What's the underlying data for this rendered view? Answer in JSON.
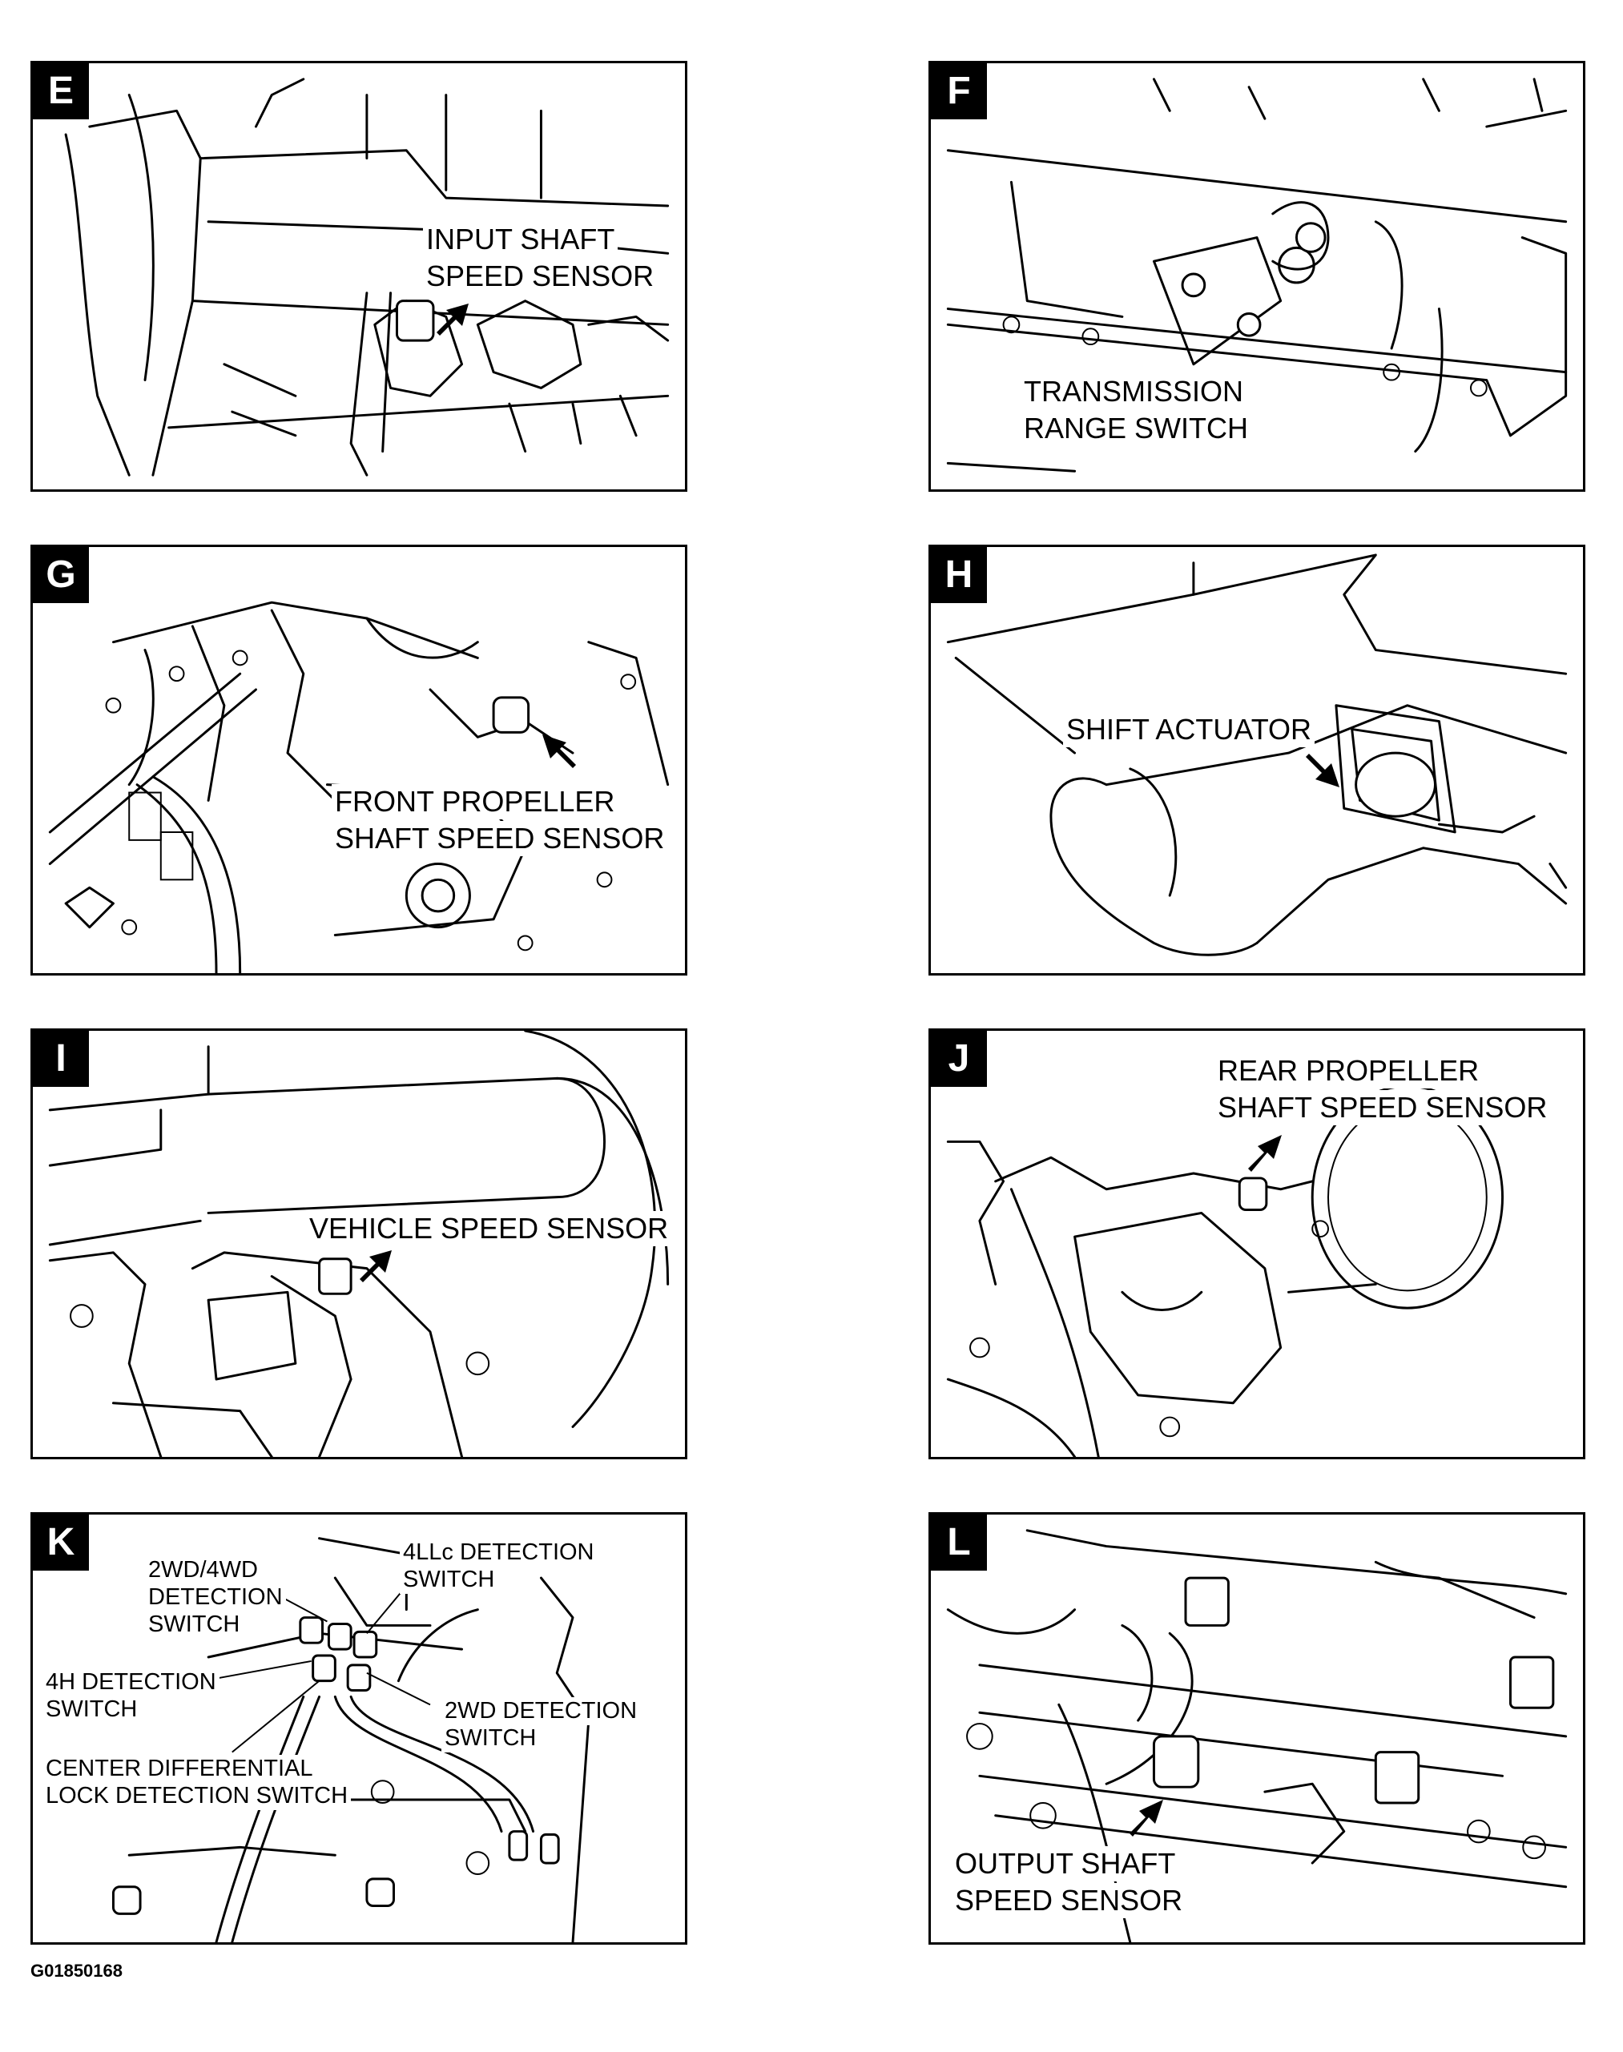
{
  "figure_id": "G01850168",
  "panels": {
    "E": {
      "letter": "E",
      "labels": [
        "INPUT SHAFT",
        "SPEED SENSOR"
      ]
    },
    "F": {
      "letter": "F",
      "labels": [
        "TRANSMISSION",
        "RANGE SWITCH"
      ]
    },
    "G": {
      "letter": "G",
      "labels": [
        "FRONT PROPELLER",
        "SHAFT SPEED SENSOR"
      ]
    },
    "H": {
      "letter": "H",
      "labels": [
        "SHIFT ACTUATOR"
      ]
    },
    "I": {
      "letter": "I",
      "labels": [
        "VEHICLE SPEED SENSOR"
      ]
    },
    "J": {
      "letter": "J",
      "labels": [
        "REAR PROPELLER",
        "SHAFT SPEED SENSOR"
      ]
    },
    "K": {
      "letter": "K",
      "labels": [
        "4LLc DETECTION",
        "SWITCH",
        "2WD/4WD",
        "DETECTION",
        "SWITCH",
        "4H DETECTION",
        "SWITCH",
        "2WD DETECTION",
        "SWITCH",
        "CENTER DIFFERENTIAL",
        "LOCK DETECTION SWITCH"
      ]
    },
    "L": {
      "letter": "L",
      "labels": [
        "OUTPUT SHAFT",
        "SPEED SENSOR"
      ]
    }
  }
}
